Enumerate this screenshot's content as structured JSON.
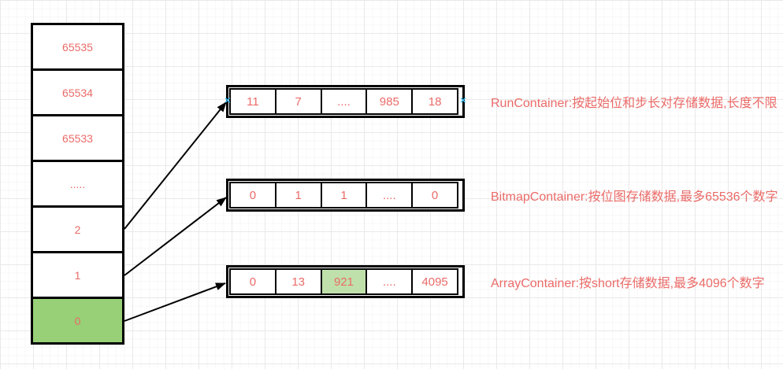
{
  "colors": {
    "text_red": "#ea6b68",
    "green_dark": "#97d077",
    "green_light": "#bfe0aa",
    "stroke": "#000000",
    "handle_blue": "#33b9f2"
  },
  "stack": {
    "cells": [
      "65535",
      "65534",
      "65533",
      ".....",
      "2",
      "1",
      "0"
    ]
  },
  "arrays": [
    {
      "cells": [
        "11",
        "7",
        "....",
        "985",
        "18"
      ],
      "label": "RunContainer:按起始位和步长对存储数据,长度不限"
    },
    {
      "cells": [
        "0",
        "1",
        "1",
        "....",
        "0"
      ],
      "label": "BitmapContainer:按位图存储数据,最多65536个数字"
    },
    {
      "cells": [
        "0",
        "13",
        "921",
        "....",
        "4095"
      ],
      "label": "ArrayContainer:按short存储数据,最多4096个数字"
    }
  ],
  "markers": {
    "connection_point": "✕"
  }
}
